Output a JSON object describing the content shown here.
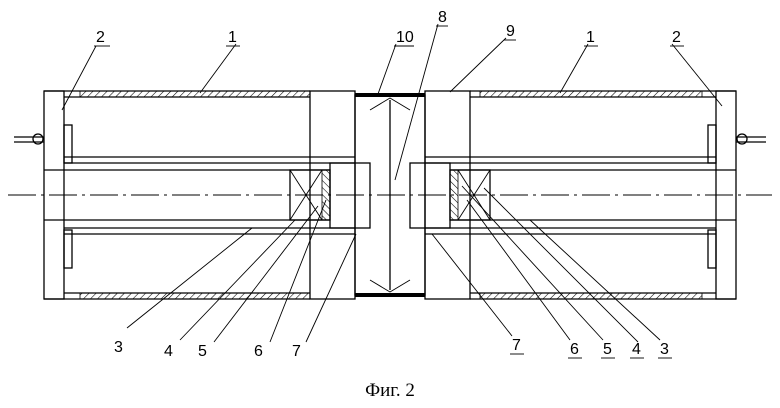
{
  "figure": {
    "caption": "Фиг. 2",
    "labels": {
      "l1a": "1",
      "l1b": "1",
      "l2a": "2",
      "l2b": "2",
      "l3a": "3",
      "l3b": "3",
      "l4a": "4",
      "l4b": "4",
      "l5a": "5",
      "l5b": "5",
      "l6a": "6",
      "l6b": "6",
      "l7a": "7",
      "l7b": "7",
      "l8": "8",
      "l9": "9",
      "l10": "10"
    }
  }
}
